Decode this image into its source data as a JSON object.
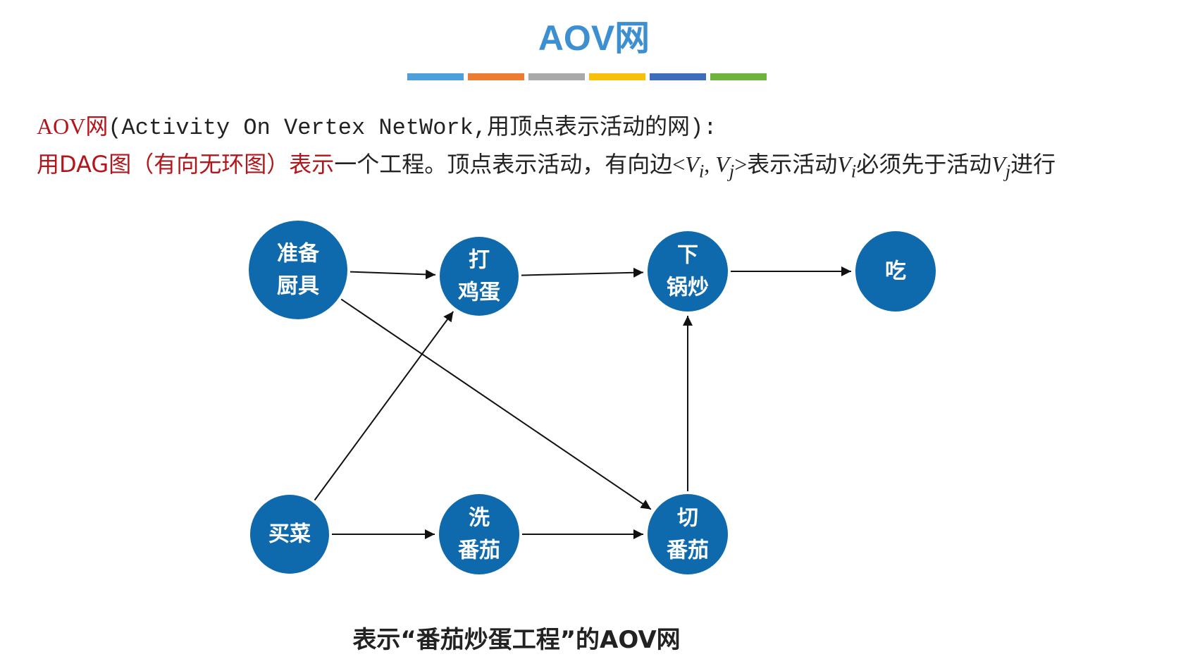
{
  "title": "AOV网",
  "stripe_colors": [
    "#4d9fdc",
    "#ee7b32",
    "#a9a9a9",
    "#f7c00a",
    "#3e6eb9",
    "#6cb33f"
  ],
  "definition": {
    "term": "AOV网",
    "paren_open": "(",
    "expansion": "Activity On Vertex NetWork,",
    "meaning": "用顶点表示活动的网",
    "paren_close": "):"
  },
  "description": {
    "red_part": "用DAG图（有向无环图）表示",
    "text_1": "一个工程。顶点表示活动，有向边",
    "edge_open": "<",
    "vi": "V",
    "vi_sub": "i",
    "comma": ", ",
    "vj": "V",
    "vj_sub": "j",
    "edge_close": ">",
    "text_2": "表示活动",
    "vi2": "V",
    "vi2_sub": "i",
    "text_3": "必须先于活动",
    "vj2": "V",
    "vj2_sub": "j",
    "text_4": "进行"
  },
  "diagram": {
    "node_color": "#0f6aad",
    "nodes": [
      {
        "id": "prepare",
        "lines": [
          "准备",
          "厨具"
        ]
      },
      {
        "id": "beat-eggs",
        "lines": [
          "打",
          "鸡蛋"
        ]
      },
      {
        "id": "stir-fry",
        "lines": [
          "下",
          "锅炒"
        ]
      },
      {
        "id": "eat",
        "lines": [
          "吃"
        ]
      },
      {
        "id": "buy-veg",
        "lines": [
          "买菜"
        ]
      },
      {
        "id": "wash-tomato",
        "lines": [
          "洗",
          "番茄"
        ]
      },
      {
        "id": "cut-tomato",
        "lines": [
          "切",
          "番茄"
        ]
      }
    ],
    "edges": [
      {
        "from": "prepare",
        "to": "beat-eggs"
      },
      {
        "from": "beat-eggs",
        "to": "stir-fry"
      },
      {
        "from": "stir-fry",
        "to": "eat"
      },
      {
        "from": "prepare",
        "to": "cut-tomato"
      },
      {
        "from": "buy-veg",
        "to": "beat-eggs"
      },
      {
        "from": "buy-veg",
        "to": "wash-tomato"
      },
      {
        "from": "wash-tomato",
        "to": "cut-tomato"
      },
      {
        "from": "cut-tomato",
        "to": "stir-fry"
      }
    ]
  },
  "caption": "表示“番茄炒蛋工程”的AOV网"
}
